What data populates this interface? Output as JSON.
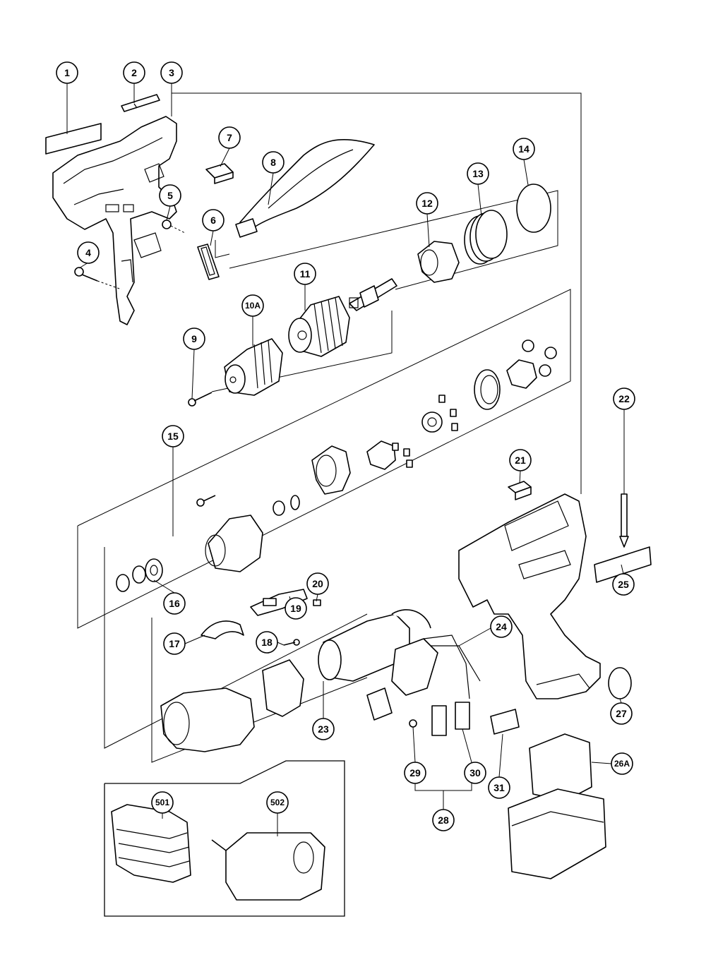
{
  "diagram": {
    "callouts": [
      {
        "id": "1",
        "label": "1"
      },
      {
        "id": "2",
        "label": "2"
      },
      {
        "id": "3",
        "label": "3"
      },
      {
        "id": "4",
        "label": "4"
      },
      {
        "id": "5",
        "label": "5"
      },
      {
        "id": "6",
        "label": "6"
      },
      {
        "id": "7",
        "label": "7"
      },
      {
        "id": "8",
        "label": "8"
      },
      {
        "id": "9",
        "label": "9"
      },
      {
        "id": "10A",
        "label": "10A"
      },
      {
        "id": "11",
        "label": "11"
      },
      {
        "id": "12",
        "label": "12"
      },
      {
        "id": "13",
        "label": "13"
      },
      {
        "id": "14",
        "label": "14"
      },
      {
        "id": "15",
        "label": "15"
      },
      {
        "id": "16",
        "label": "16"
      },
      {
        "id": "17",
        "label": "17"
      },
      {
        "id": "18",
        "label": "18"
      },
      {
        "id": "19",
        "label": "19"
      },
      {
        "id": "20",
        "label": "20"
      },
      {
        "id": "21",
        "label": "21"
      },
      {
        "id": "22",
        "label": "22"
      },
      {
        "id": "23",
        "label": "23"
      },
      {
        "id": "24",
        "label": "24"
      },
      {
        "id": "25",
        "label": "25"
      },
      {
        "id": "26A",
        "label": "26A"
      },
      {
        "id": "27",
        "label": "27"
      },
      {
        "id": "28",
        "label": "28"
      },
      {
        "id": "29",
        "label": "29"
      },
      {
        "id": "30",
        "label": "30"
      },
      {
        "id": "31",
        "label": "31"
      },
      {
        "id": "501",
        "label": "501"
      },
      {
        "id": "502",
        "label": "502"
      }
    ]
  }
}
